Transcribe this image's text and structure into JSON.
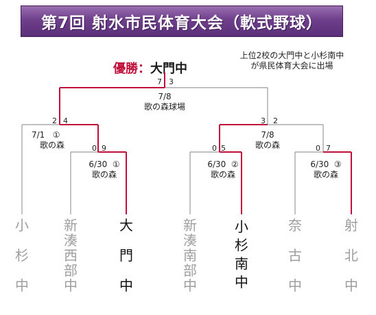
{
  "title": "第7回 射水市民体育大会（軟式野球）",
  "winner": {
    "label": "優勝：",
    "team": "大門中"
  },
  "note": [
    "上位2校の大門中と小杉南中",
    "が県民体育大会に出場"
  ],
  "final": {
    "date": "7/8",
    "venue": "歌の森球場",
    "score_left": "7",
    "score_right": "3"
  },
  "semi_left": {
    "date": "7/1",
    "game_no": "①",
    "venue": "歌の森",
    "score_top_left": "2",
    "score_top_right": "4",
    "score_bottom_left": "0",
    "score_bottom_right": "9"
  },
  "semi_right": {
    "date": "7/8",
    "venue": "歌の森",
    "score_top_left": "3",
    "score_top_right": "2",
    "score_bottom_left": "0",
    "score_bottom_right": "5"
  },
  "r1_game1": {
    "date": "6/30",
    "game_no": "①",
    "venue": "歌の森"
  },
  "r1_game2": {
    "date": "6/30",
    "game_no": "②",
    "venue": "歌の森"
  },
  "r1_game3": {
    "date": "6/30",
    "game_no": "③",
    "venue": "歌の森",
    "score_left": "0",
    "score_right": "7"
  },
  "teams": [
    {
      "chars": [
        "小",
        "",
        "杉",
        "",
        "中"
      ],
      "highlight": false
    },
    {
      "chars": [
        "新",
        "湊",
        "西",
        "部",
        "中"
      ],
      "highlight": false
    },
    {
      "chars": [
        "大",
        "",
        "門",
        "",
        "中"
      ],
      "highlight": true
    },
    {
      "chars": [
        "新",
        "湊",
        "南",
        "部",
        "中"
      ],
      "highlight": false
    },
    {
      "chars": [
        "小",
        "杉",
        "南",
        "中"
      ],
      "highlight": true
    },
    {
      "chars": [
        "奈",
        "",
        "古",
        "",
        "中"
      ],
      "highlight": false
    },
    {
      "chars": [
        "射",
        "",
        "北",
        "",
        "中"
      ],
      "highlight": false
    }
  ],
  "colors": {
    "win_line": "#c0103a",
    "lose_line": "#9a9a9a",
    "banner": "#6f3f8c"
  }
}
